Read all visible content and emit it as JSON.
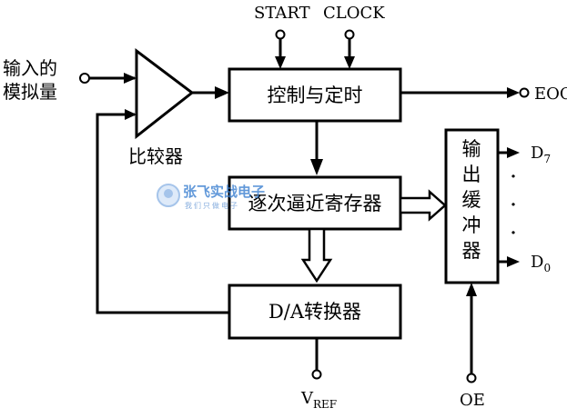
{
  "inputs": {
    "analog_input_line1": "输入的",
    "analog_input_line2": "模拟量",
    "start": "START",
    "clock": "CLOCK",
    "oe": "OE",
    "vref_main": "V",
    "vref_sub": "REF"
  },
  "blocks": {
    "comparator": "比较器",
    "control_timing": "控制与定时",
    "sar": "逐次逼近寄存器",
    "dac": "D/A转换器",
    "output_buffer": [
      "输",
      "出",
      "缓",
      "冲",
      "器"
    ]
  },
  "outputs": {
    "eoc": "EOC",
    "d7_main": "D",
    "d7_sub": "7",
    "d0_main": "D",
    "d0_sub": "0",
    "ellipsis": [
      "·",
      "·",
      "·"
    ]
  },
  "watermark": {
    "title": "张飞实战电子",
    "subtitle": "我们只做电子"
  },
  "colors": {
    "line": "#000000",
    "background": "#ffffff",
    "watermark_text": "#3a7fd0",
    "watermark_circle": "#8fb6e6"
  }
}
